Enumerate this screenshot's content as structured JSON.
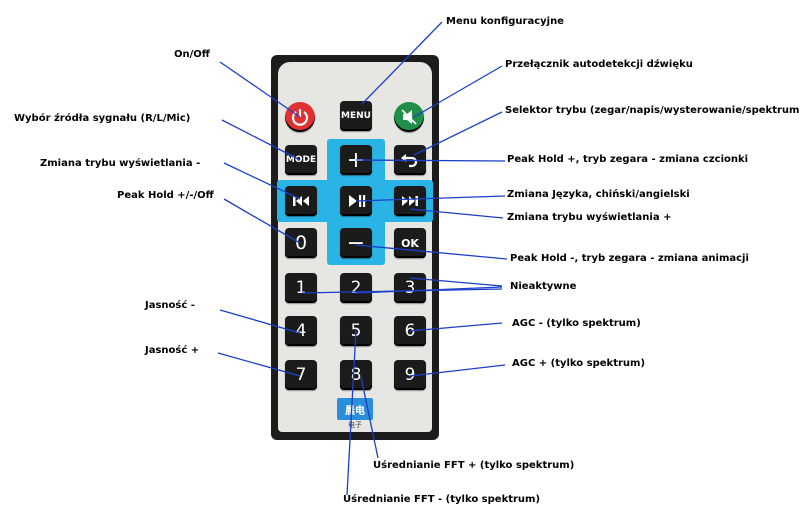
{
  "remote": {
    "buttons": {
      "power": {
        "icon": "power-icon",
        "color": "#e03030"
      },
      "menu": {
        "text": "MENU"
      },
      "mute": {
        "icon": "mute-icon",
        "color": "#1f8f4a"
      },
      "mode": {
        "text": "MODE"
      },
      "plus": {
        "text": "+"
      },
      "return": {
        "icon": "return-icon"
      },
      "prev": {
        "icon": "prev-icon"
      },
      "play_pause": {
        "icon": "play-pause-icon"
      },
      "next": {
        "icon": "next-icon"
      },
      "zero": {
        "text": "0"
      },
      "minus": {
        "text": "−"
      },
      "ok": {
        "text": "OK"
      },
      "one": {
        "text": "1"
      },
      "two": {
        "text": "2"
      },
      "three": {
        "text": "3"
      },
      "four": {
        "text": "4"
      },
      "five": {
        "text": "5"
      },
      "six": {
        "text": "6"
      },
      "seven": {
        "text": "7"
      },
      "eight": {
        "text": "8"
      },
      "nine": {
        "text": "9"
      }
    },
    "brand": {
      "text": "晨电",
      "sub": "电子"
    },
    "accent_color": "#2ab4e6"
  },
  "labels": {
    "menu": "Menu konfiguracyjne",
    "onoff": "On/Off",
    "autodetect": "Przełącznik autodetekcji dźwięku",
    "source": "Wybór źródła sygnału (R/L/Mic)",
    "mode_selector": "Selektor trybu (zegar/napis/wysterowanie/spektrum)",
    "display_mode_minus": "Zmiana trybu wyświetlania -",
    "peak_plus": "Peak Hold +, tryb zegara - zmiana czcionki",
    "language": "Zmiana Języka, chiński/angielski",
    "peak_cycle": "Peak Hold +/-/Off",
    "display_mode_plus": "Zmiana trybu wyświetlania +",
    "peak_minus": "Peak Hold -, tryb zegara - zmiana animacji",
    "inactive": "Nieaktywne",
    "brightness_minus": "Jasność -",
    "agc_minus": "AGC - (tylko spektrum)",
    "brightness_plus": "Jasność +",
    "agc_plus": "AGC + (tylko spektrum)",
    "fft_plus": "Uśrednianie FFT + (tylko spektrum)",
    "fft_minus": "Uśrednianie FFT - (tylko spektrum)"
  }
}
